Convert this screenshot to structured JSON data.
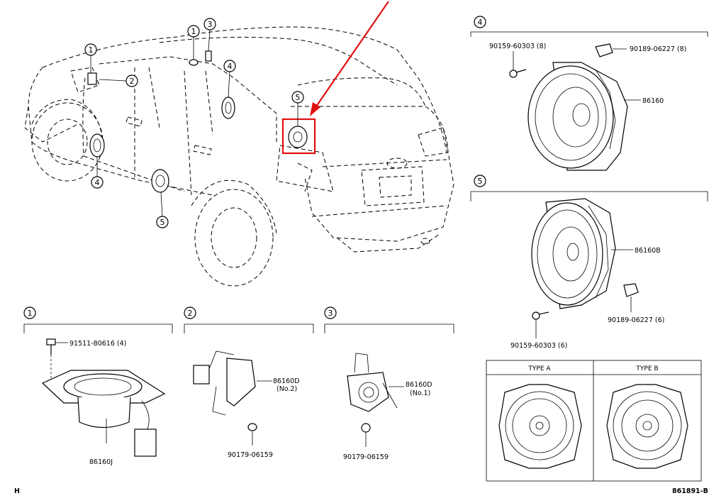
{
  "section_numbers": [
    "1",
    "2",
    "3",
    "4",
    "5"
  ],
  "vehicle_callouts": [
    "1",
    "2",
    "3",
    "4",
    "4",
    "5",
    "5"
  ],
  "parts": {
    "p1_bolt": "91511-80616 (4)",
    "p1_speaker": "86160J",
    "p2_tweeter": "86160D",
    "p2_tweeter_sub": "(No.2)",
    "p2_nut": "90179-06159",
    "p3_tweeter": "86160D",
    "p3_tweeter_sub": "(No.1)",
    "p3_nut": "90179-06159",
    "p4_screw": "90159-60303 (8)",
    "p4_clip": "90189-06227 (8)",
    "p4_speaker": "86160",
    "p5_speaker": "86160B",
    "p5_clip": "90189-06227 (6)",
    "p5_screw": "90159-60303 (6)"
  },
  "types": {
    "a": "TYPE A",
    "b": "TYPE B"
  },
  "footer": {
    "left": "H",
    "right": "861891-B"
  },
  "colors": {
    "highlight": "#e01010",
    "line": "#000000"
  }
}
